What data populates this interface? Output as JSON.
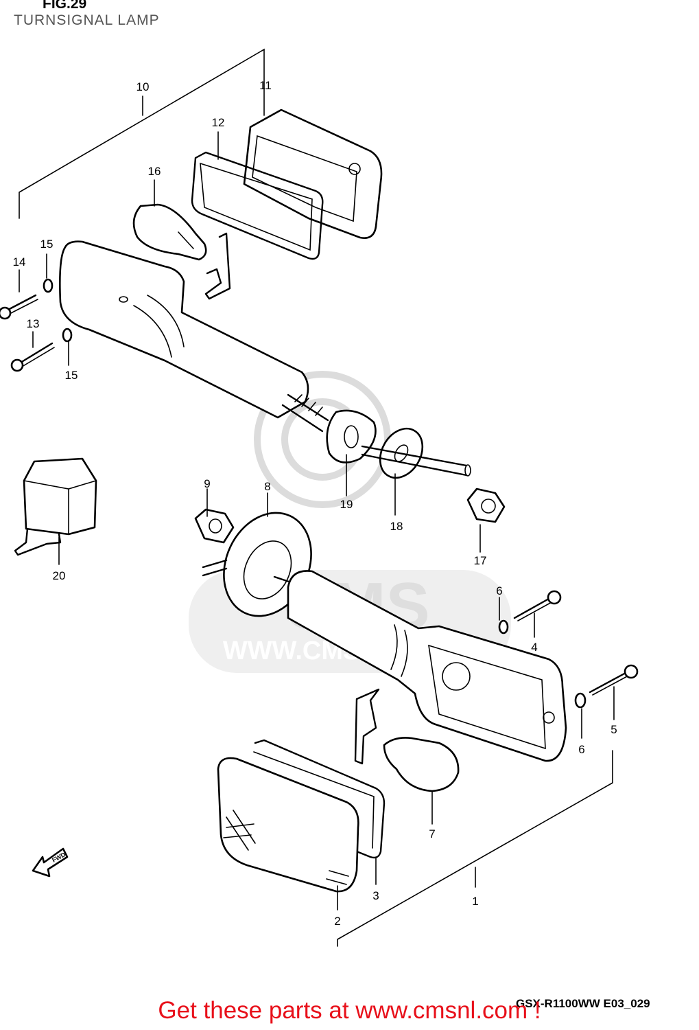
{
  "figure": {
    "title": "FIG.29",
    "subtitle": "TURNSIGNAL LAMP"
  },
  "watermark": {
    "logo_text": "CMS",
    "url_text": "WWW.CMSNL.COM"
  },
  "callouts": [
    "1",
    "2",
    "3",
    "4",
    "5",
    "6",
    "6",
    "7",
    "8",
    "9",
    "10",
    "11",
    "12",
    "13",
    "14",
    "15",
    "15",
    "16",
    "17",
    "18",
    "19",
    "20"
  ],
  "direction_marker": {
    "icon": "fwd-arrow-icon",
    "label": "FWD"
  },
  "drawing_code": "GSX-R1100WW   E03_029",
  "call_to_action": "Get these parts at www.cmsnl.com !"
}
